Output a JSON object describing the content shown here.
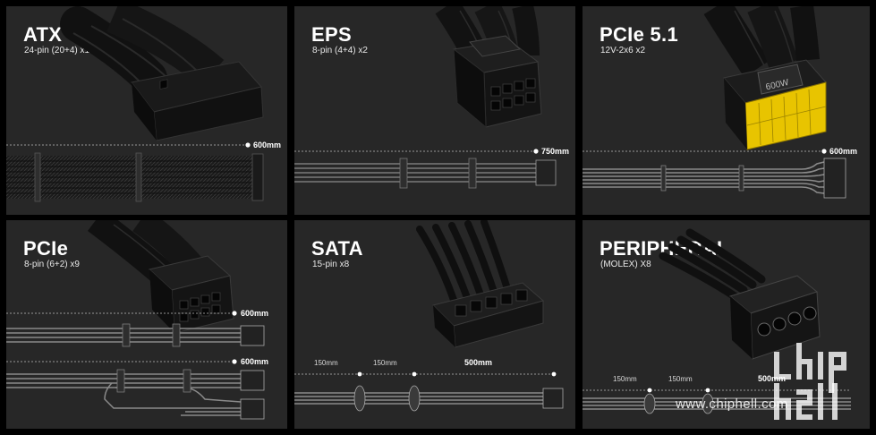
{
  "panels": [
    {
      "title": "ATX",
      "subtitle": "24-pin (20+4) x1",
      "lengths": [
        "600mm"
      ]
    },
    {
      "title": "EPS",
      "subtitle": "8-pin (4+4) x2",
      "lengths": [
        "750mm"
      ]
    },
    {
      "title": "PCIe 5.1",
      "subtitle": "12V-2x6 x2",
      "lengths": [
        "600mm"
      ],
      "connector_marking": "600W"
    },
    {
      "title": "PCIe",
      "subtitle": "8-pin (6+2) x9",
      "lengths": [
        "600mm",
        "600mm"
      ]
    },
    {
      "title": "SATA",
      "subtitle": "15-pin x8",
      "lengths": [
        "150mm",
        "150mm",
        "500mm"
      ]
    },
    {
      "title": "PERIPHERAL",
      "subtitle": "(MOLEX) X8",
      "lengths": [
        "150mm",
        "150mm",
        "500mm"
      ]
    }
  ],
  "watermark": {
    "site": "www.chiphell.com",
    "logo": "chip hell logo"
  },
  "colors": {
    "background": "#000000",
    "panel": "#272727",
    "cable": "#101010",
    "pcie5_pins": "#e8c400"
  }
}
